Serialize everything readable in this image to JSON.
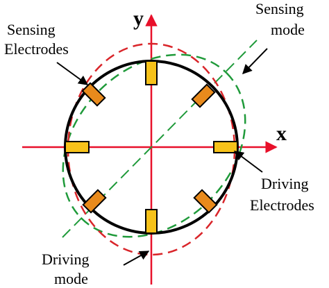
{
  "axes": {
    "x_label": "x",
    "y_label": "y"
  },
  "labels": {
    "sensing_electrodes": [
      "Sensing",
      "Electrodes"
    ],
    "sensing_mode": [
      "Sensing",
      "mode"
    ],
    "driving_electrodes": [
      "Driving",
      "Electrodes"
    ],
    "driving_mode": [
      "Driving",
      "mode"
    ]
  },
  "colors": {
    "axis": "#e8102a",
    "ring": "#000000",
    "driving_mode_curve": "#d9252a",
    "sensing_mode_curve": "#1f9a3a",
    "driving_electrode": "#f7c21a",
    "sensing_electrode": "#e88a1c"
  }
}
